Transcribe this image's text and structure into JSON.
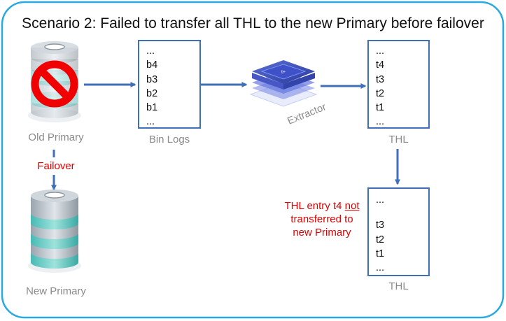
{
  "title": "Scenario 2: Failed to transfer all THL to the new Primary before failover",
  "old_primary": {
    "label": "Old Primary"
  },
  "new_primary": {
    "label": "New Primary"
  },
  "failover_label": "Failover",
  "binlogs": {
    "label": "Bin Logs",
    "entries": [
      "...",
      "b4",
      "b3",
      "b2",
      "b1",
      "..."
    ]
  },
  "extractor": {
    "label": "Extractor",
    "chip_text": "t+"
  },
  "thl_source": {
    "label": "THL",
    "entries": [
      "...",
      "t4",
      "t3",
      "t2",
      "t1",
      "..."
    ]
  },
  "thl_target": {
    "label": "THL",
    "entries_top": [
      "..."
    ],
    "entries_bottom": [
      "t3",
      "t2",
      "t1",
      "..."
    ]
  },
  "note": {
    "line1_prefix": "THL entry t4 ",
    "line1_emph": "not",
    "line2": "transferred to",
    "line3": "new Primary"
  },
  "colors": {
    "frame": "#29a9e0",
    "box_border": "#3f6fb8",
    "arrow": "#3f6fb8",
    "alert": "#e00000",
    "caption": "#8a8a8a"
  }
}
